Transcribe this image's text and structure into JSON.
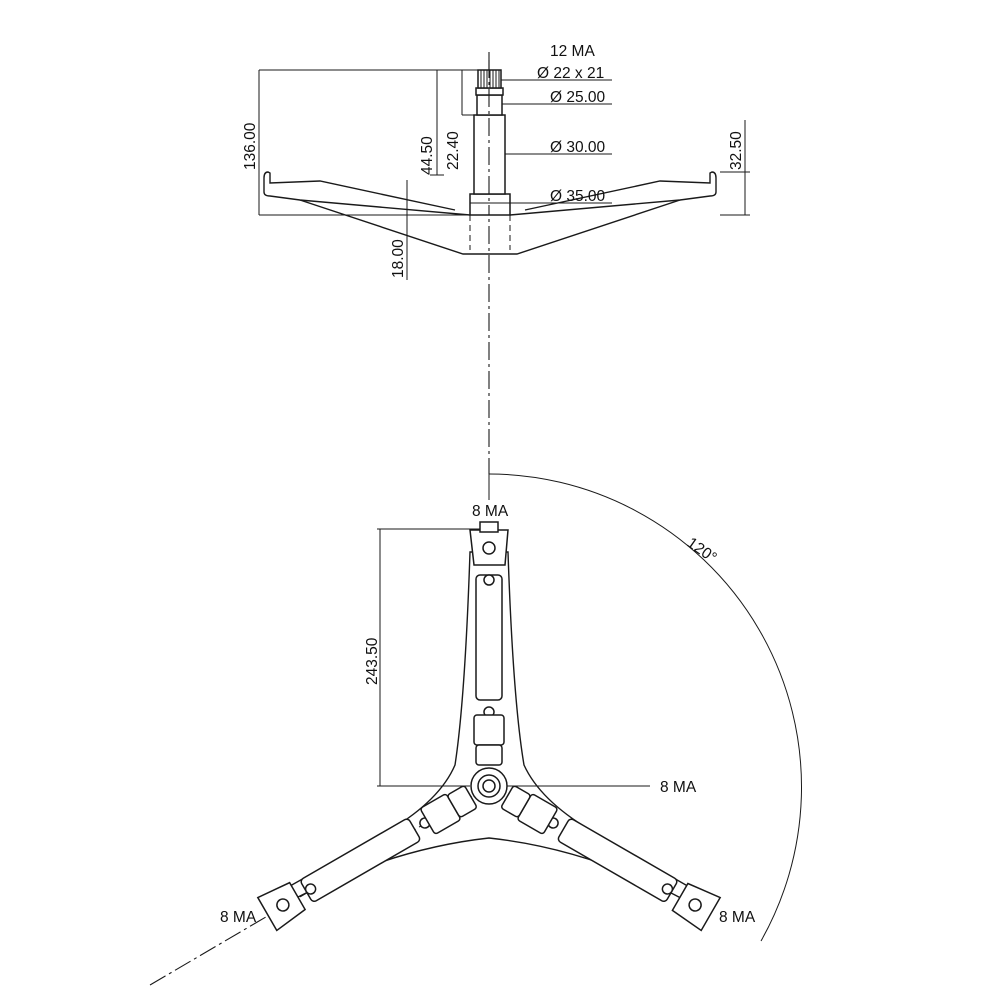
{
  "side_view": {
    "shaft_spline_label": "12 MA",
    "diam_spline": "Ø 22 x 21",
    "diam_25": "Ø 25.00",
    "diam_30": "Ø 30.00",
    "diam_35": "Ø 35.00",
    "dim_total_height": "136.00",
    "dim_44_50": "44.50",
    "dim_22_40": "22.40",
    "dim_32_50": "32.50",
    "dim_18_00": "18.00"
  },
  "top_view": {
    "angle": "120°",
    "arm_length": "243.50",
    "hole_top": "8 MA",
    "hole_center": "8 MA",
    "hole_left": "8 MA",
    "hole_right": "8 MA"
  }
}
